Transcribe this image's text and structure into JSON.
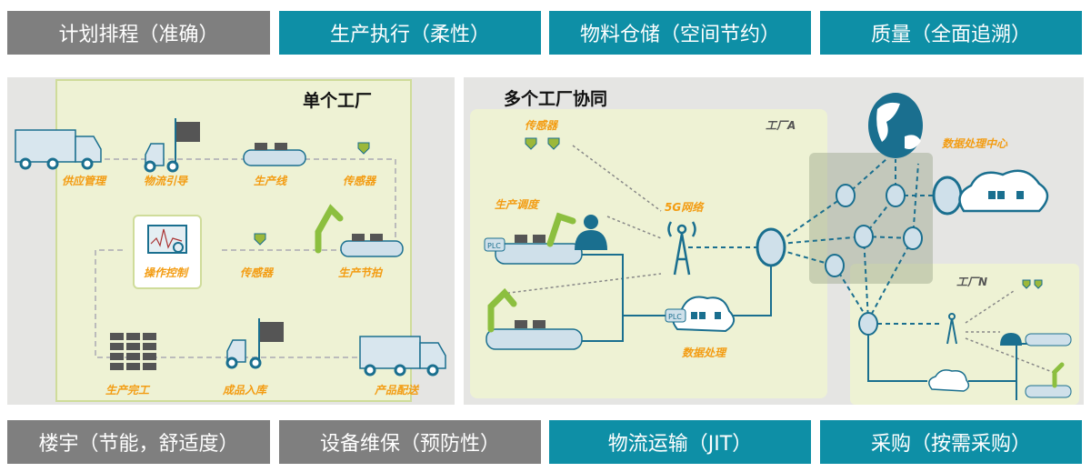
{
  "top_boxes": [
    {
      "label": "计划排程（准确）",
      "color": "#7f7f7f"
    },
    {
      "label": "生产执行（柔性）",
      "color": "#0e8fa6"
    },
    {
      "label": "物料仓储（空间节约）",
      "color": "#0e8fa6"
    },
    {
      "label": "质量（全面追溯）",
      "color": "#0e8fa6"
    }
  ],
  "bottom_boxes": [
    {
      "label": "楼宇（节能，舒适度）",
      "color": "#7f7f7f"
    },
    {
      "label": "设备维保（预防性）",
      "color": "#7f7f7f"
    },
    {
      "label": "物流运输（JIT）",
      "color": "#0e8fa6"
    },
    {
      "label": "采购（按需采购）",
      "color": "#0e8fa6"
    }
  ],
  "single_factory": {
    "title": "单个工厂",
    "labels": [
      "供应管理",
      "物流引导",
      "生产线",
      "传感器",
      "操作控制",
      "传感器",
      "生产节拍",
      "生产完工",
      "成品入库",
      "产品配送"
    ]
  },
  "multi_factory": {
    "title": "多个工厂协同",
    "factory_a": "工厂A",
    "factory_n": "工厂N",
    "labels": {
      "sensor": "传感器",
      "scheduling": "生产调度",
      "network": "5G网络",
      "processing": "数据处理",
      "data_center": "数据处理中心"
    },
    "plc": "PLC"
  },
  "colors": {
    "accent_label": "#f39c12",
    "icon_blue": "#1a6f8f",
    "robot_green": "#8cbf3f"
  }
}
